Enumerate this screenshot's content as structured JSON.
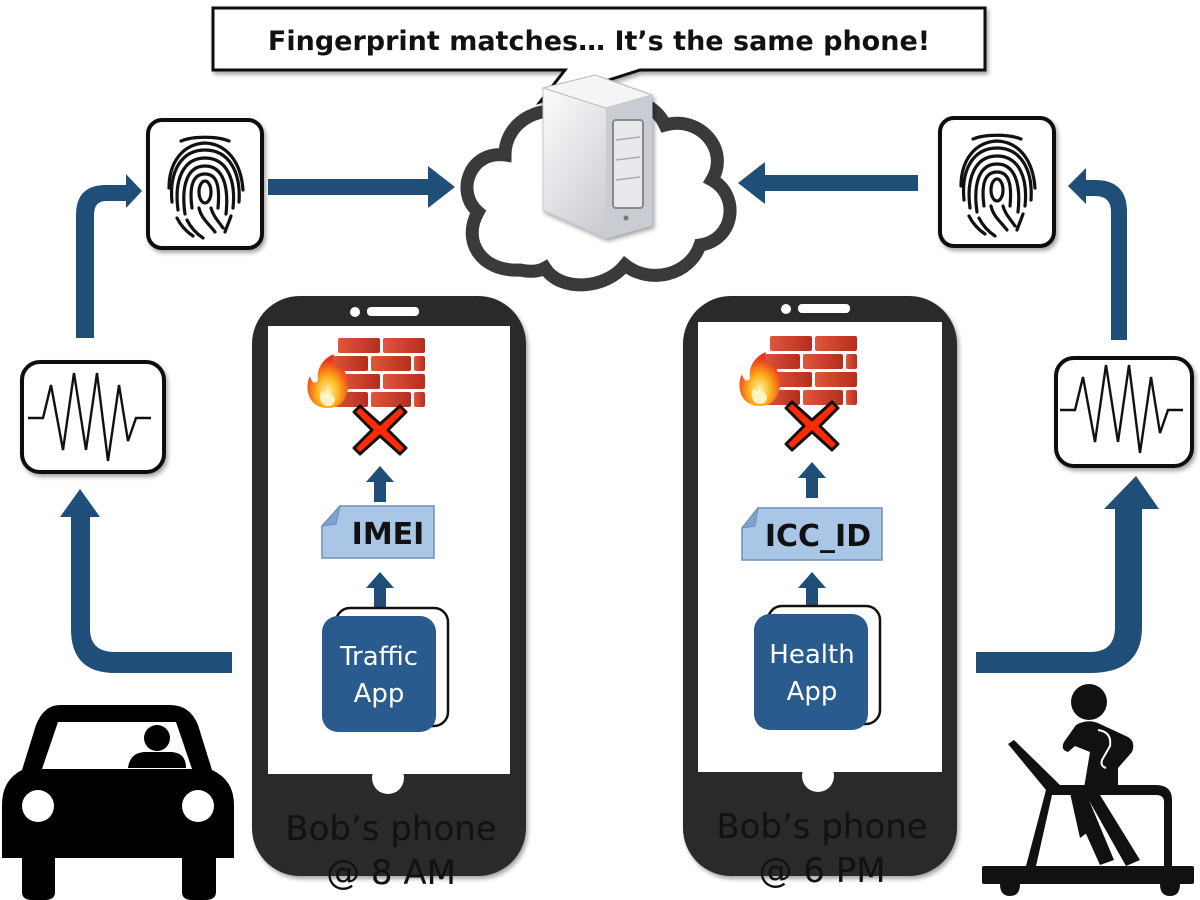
{
  "callout": {
    "text": "Fingerprint matches… It’s the same phone!"
  },
  "colors": {
    "arrow": "#1f4e79",
    "app_tile": "#2a5b8f",
    "id_tag": "#a9c6e6",
    "phone_body": "#2b2b2b",
    "firewall_brick": "#c9412f",
    "block_x": "#ff2a00",
    "cloud_outline": "#3a3a3a"
  },
  "cloud": {
    "icon": "cloud-server-icon"
  },
  "left": {
    "phone_label_line1": "Bob’s phone",
    "phone_label_line2": "@ 8 AM",
    "app_line1": "Traffic",
    "app_line2": "App",
    "identifier": "IMEI",
    "context_icon": "car-with-driver-icon",
    "signal_icon": "signal-waveform-icon",
    "fingerprint_icon": "fingerprint-icon"
  },
  "right": {
    "phone_label_line1": "Bob’s phone",
    "phone_label_line2": "@ 6 PM",
    "app_line1": "Health",
    "app_line2": "App",
    "identifier": "ICC_ID",
    "context_icon": "treadmill-runner-icon",
    "signal_icon": "signal-waveform-icon",
    "fingerprint_icon": "fingerprint-icon"
  }
}
